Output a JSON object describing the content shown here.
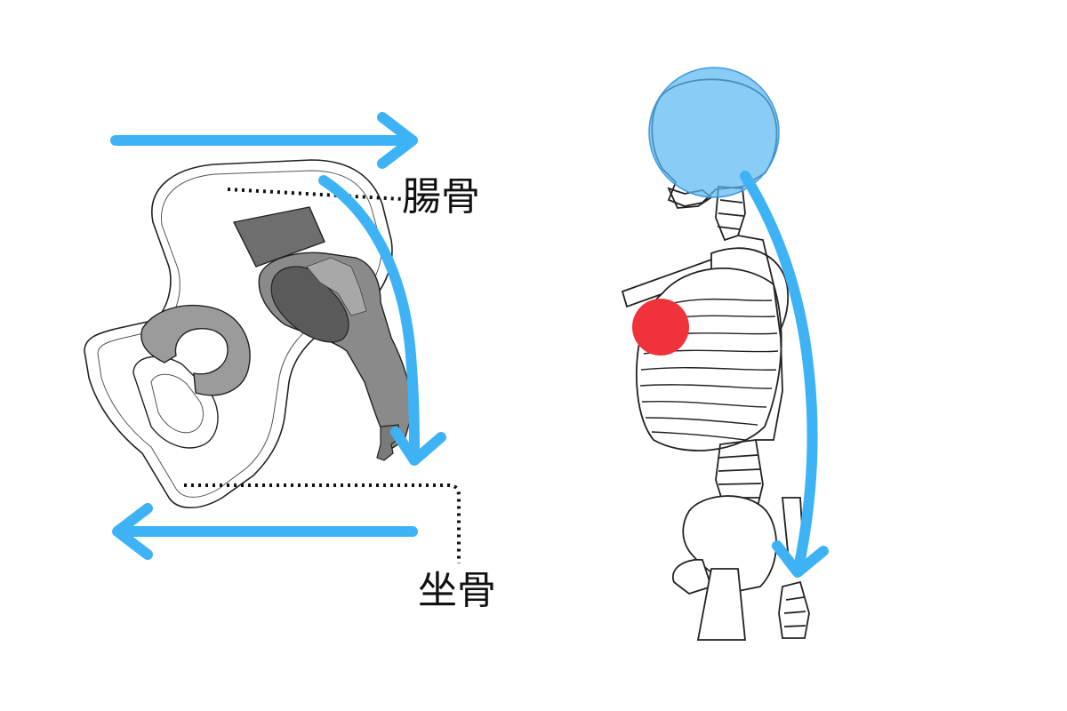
{
  "labels": {
    "ilium": "腸骨",
    "ischium": "坐骨"
  },
  "colors": {
    "arrow": "#3db3f5",
    "head_fill": "#5cb8f2",
    "marker": "#f0333a",
    "bone_fill": "#7a7a7a",
    "bone_dark": "#5a5a5a",
    "bone_mid": "#9b9b9b",
    "outline": "#222222"
  },
  "icons": {
    "pelvis": "pelvis-illustration",
    "skeleton": "skeleton-side-view",
    "arrow": "arrow-icon"
  }
}
